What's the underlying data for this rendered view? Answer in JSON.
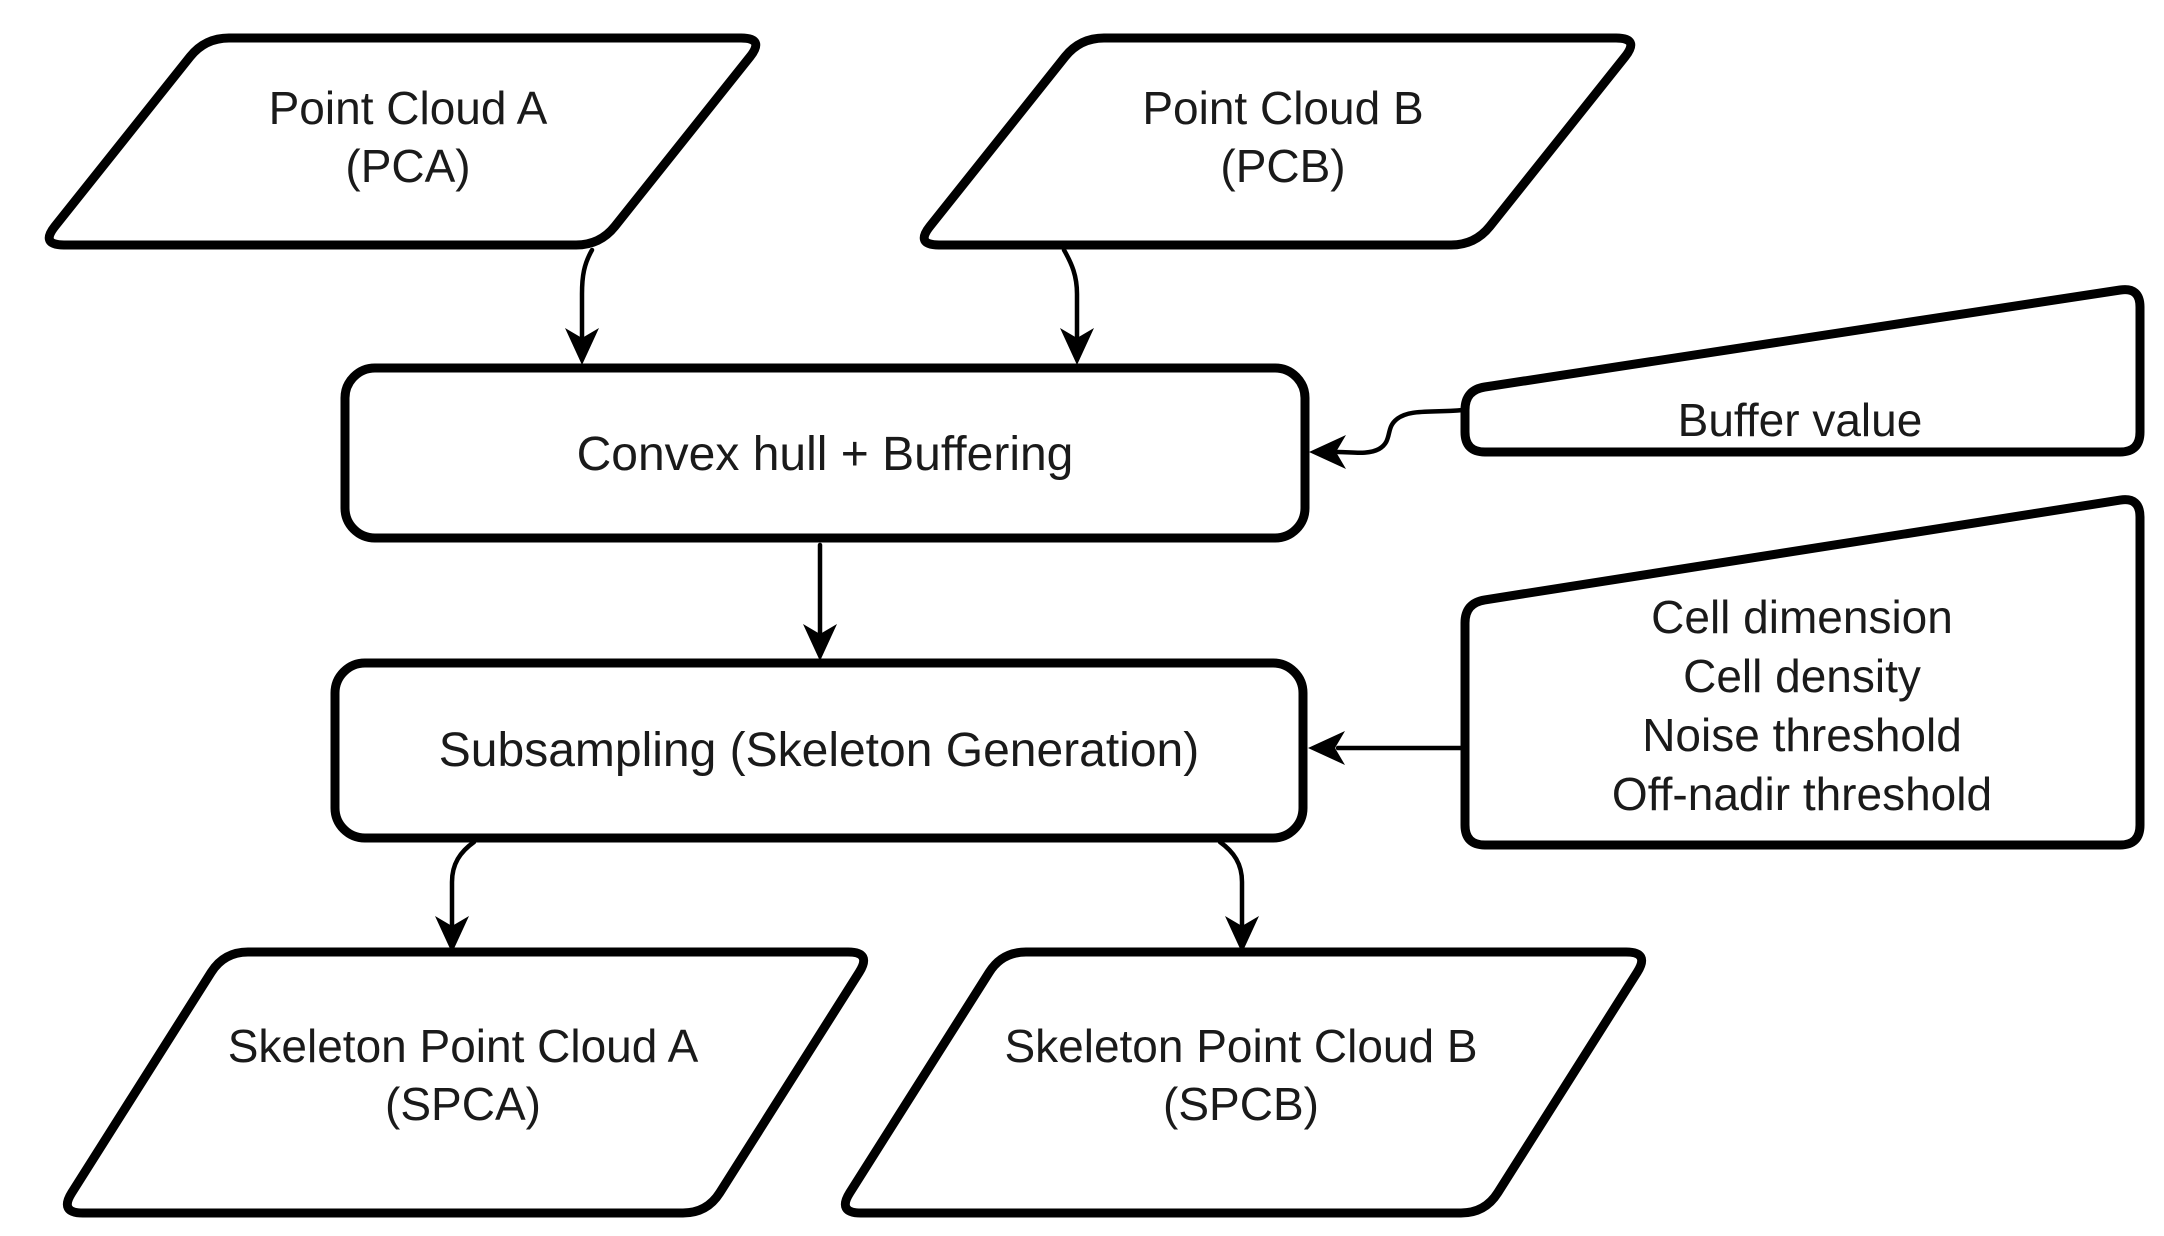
{
  "diagram": {
    "type": "flowchart",
    "colors": {
      "stroke": "#000000",
      "shape_fill": "#ffffff",
      "text": "#1a1a1a",
      "background": "#ffffff"
    },
    "nodes": {
      "point_cloud_a": {
        "shape": "parallelogram",
        "line1": "Point Cloud A",
        "line2": "(PCA)"
      },
      "point_cloud_b": {
        "shape": "parallelogram",
        "line1": "Point Cloud B",
        "line2": "(PCB)"
      },
      "convex_hull": {
        "shape": "rounded-rect",
        "label": "Convex hull + Buffering"
      },
      "buffer_value": {
        "shape": "manual-input-trapezoid",
        "label": "Buffer value"
      },
      "subsampling": {
        "shape": "rounded-rect",
        "label": "Subsampling (Skeleton Generation)"
      },
      "parameters": {
        "shape": "manual-input-trapezoid",
        "line1": "Cell dimension",
        "line2": "Cell density",
        "line3": "Noise threshold",
        "line4": "Off-nadir threshold"
      },
      "skeleton_point_cloud_a": {
        "shape": "parallelogram",
        "line1": "Skeleton Point Cloud A",
        "line2": "(SPCA)"
      },
      "skeleton_point_cloud_b": {
        "shape": "parallelogram",
        "line1": "Skeleton Point Cloud B",
        "line2": "(SPCB)"
      }
    },
    "edges": [
      {
        "from": "point_cloud_a",
        "to": "convex_hull"
      },
      {
        "from": "point_cloud_b",
        "to": "convex_hull"
      },
      {
        "from": "buffer_value",
        "to": "convex_hull"
      },
      {
        "from": "convex_hull",
        "to": "subsampling"
      },
      {
        "from": "parameters",
        "to": "subsampling"
      },
      {
        "from": "subsampling",
        "to": "skeleton_point_cloud_a"
      },
      {
        "from": "subsampling",
        "to": "skeleton_point_cloud_b"
      }
    ]
  }
}
